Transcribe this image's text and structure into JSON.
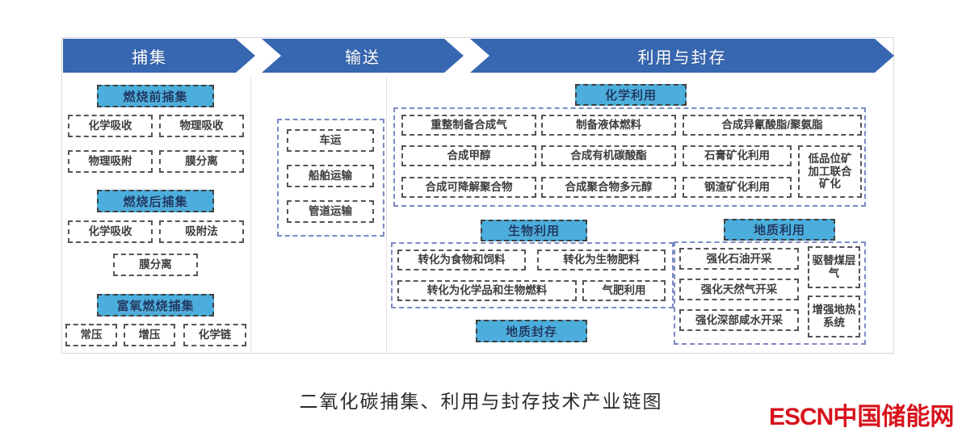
{
  "banner": {
    "stages": [
      {
        "id": "capture",
        "label": "捕集"
      },
      {
        "id": "transport",
        "label": "输送"
      },
      {
        "id": "utilization-storage",
        "label": "利用与封存"
      }
    ]
  },
  "capture_column": {
    "groups": [
      {
        "header": "燃烧前捕集",
        "items": [
          "化学吸收",
          "物理吸收",
          "物理吸附",
          "膜分离"
        ]
      },
      {
        "header": "燃烧后捕集",
        "items": [
          "化学吸收",
          "吸附法",
          "膜分离"
        ]
      },
      {
        "header": "富氧燃烧捕集",
        "items": [
          "常压",
          "增压",
          "化学链"
        ]
      }
    ]
  },
  "transport_column": {
    "items": [
      "车运",
      "船舶运输",
      "管道运输"
    ]
  },
  "chemical_use": {
    "header": "化学利用",
    "items": [
      "重整制备合成气",
      "制备液体燃料",
      "合成异氰酸脂/聚氨脂",
      "合成甲醇",
      "合成有机碳酸酯",
      "石膏矿化利用",
      "低品位矿加工联合矿化",
      "合成可降解聚合物",
      "合成聚合物多元醇",
      "钢渣矿化利用"
    ]
  },
  "biological_use": {
    "header": "生物利用",
    "items": [
      "转化为食物和饲料",
      "转化为生物肥料",
      "转化为化学品和生物燃料",
      "气肥利用"
    ]
  },
  "geological_use": {
    "header": "地质利用",
    "items": [
      "强化石油开采",
      "强化天然气开采",
      "强化深部咸水开采",
      "驱替煤层气",
      "增强地热系统"
    ]
  },
  "geological_storage": {
    "header": "地质封存"
  },
  "caption": "二氧化碳捕集、利用与封存技术产业链图",
  "logo": {
    "mark": "ESCN",
    "name": "中国储能网"
  },
  "colors": {
    "banner_blue": "#3767B1",
    "header_blue": "#4BAEDC",
    "group_border": "#7b8bc4",
    "leaf_border": "#555555",
    "logo_red": "#D7121C"
  }
}
